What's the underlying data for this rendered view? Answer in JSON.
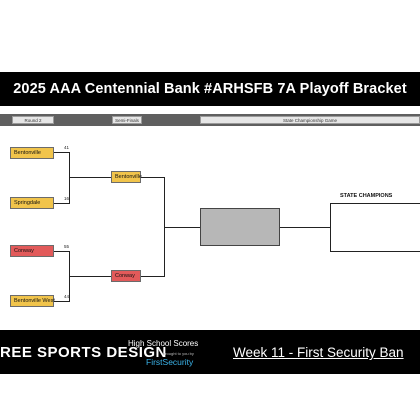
{
  "title": "2025 AAA Centennial Bank #ARHSFB 7A Playoff Bracket",
  "rounds": {
    "round2": "Round 2",
    "semifinals": "Semi-Finals",
    "championship": "State Championship Game"
  },
  "teams": {
    "bentonville": "Bentonville",
    "springdale": "Springdale",
    "conway": "Conway",
    "bentonville_west": "Bentonville West",
    "semi_winner_top": "Bentonville",
    "semi_winner_bottom": "Conway"
  },
  "scores": {
    "bentonville": "41",
    "springdale": "16",
    "conway": "55",
    "bentonville_west": "44"
  },
  "state_champions_label": "STATE CHAMPIONS",
  "footer": {
    "brand": "REE SPORTS DESIGN",
    "scores_title": "High School Scores",
    "by": "brought to you by",
    "sponsor": "FirstSecurity",
    "week": "Week 11 - First Security Ban"
  },
  "colors": {
    "winner_fill": "#f1c44b",
    "loser_fill": "#e25a5a",
    "sponsor_blue": "#3bb4ea"
  }
}
